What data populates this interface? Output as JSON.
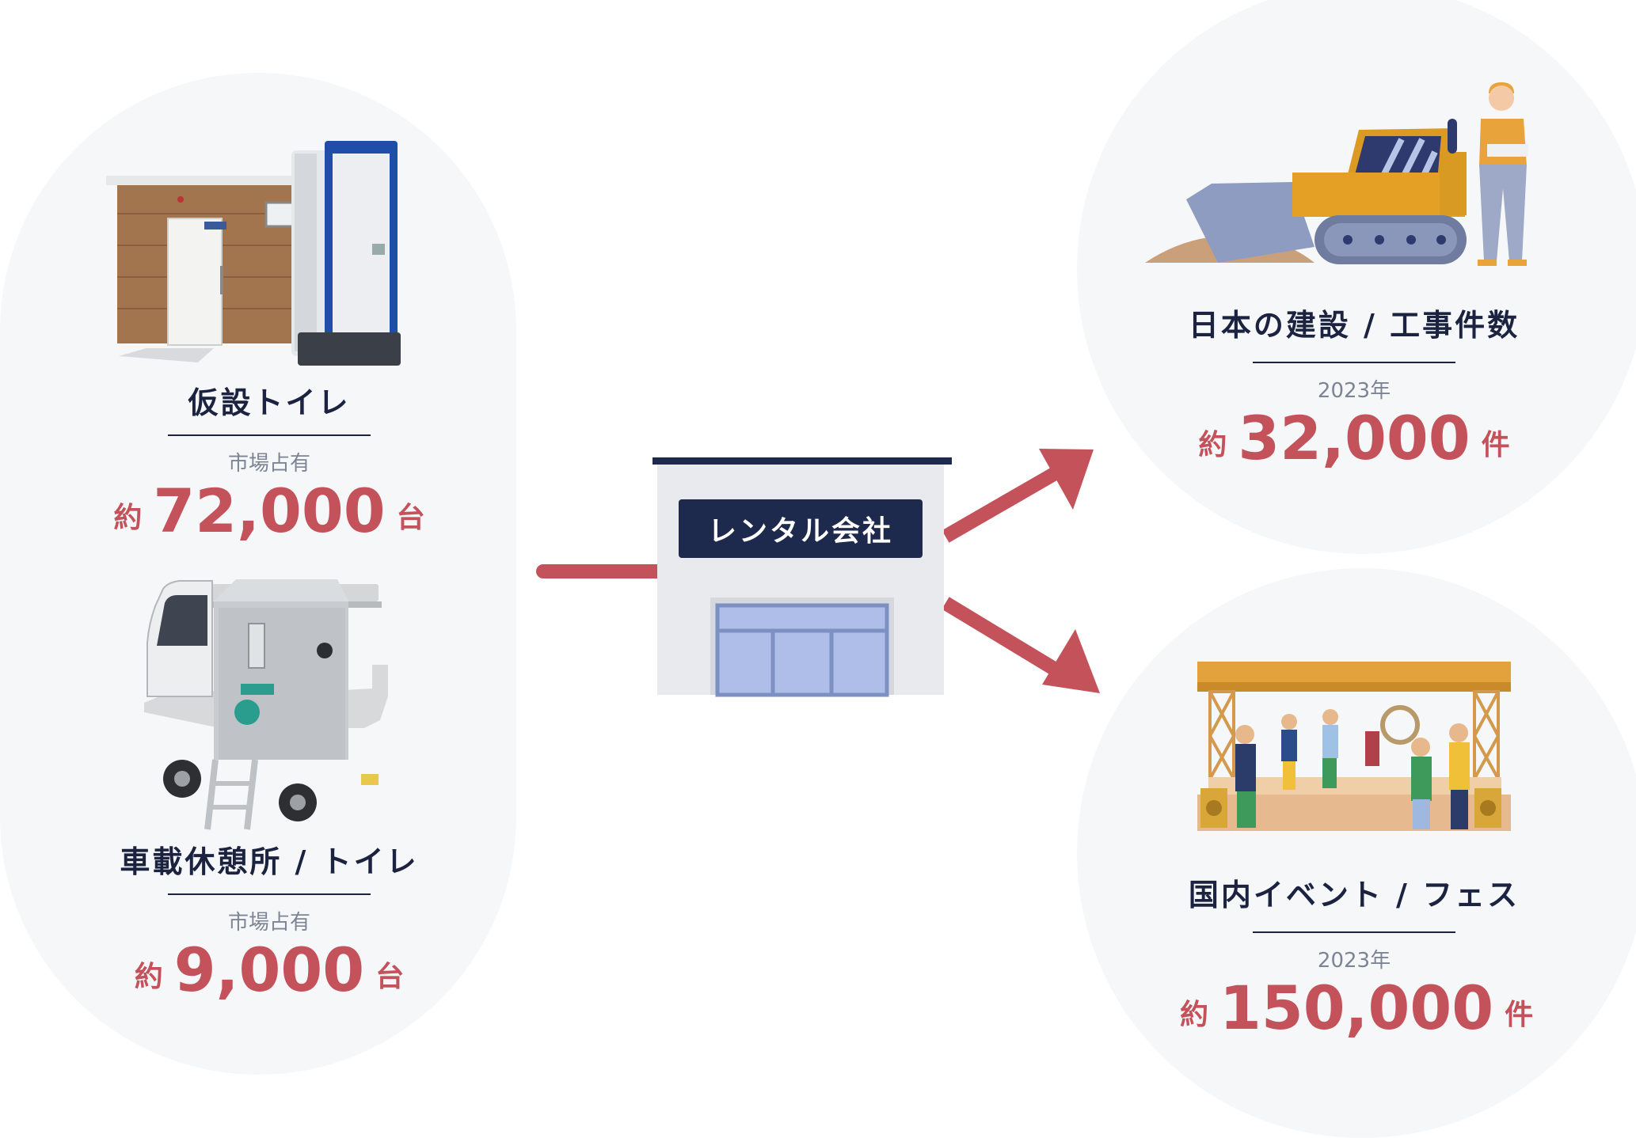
{
  "left_panel": {
    "items": [
      {
        "title": "仮設トイレ",
        "caption": "市場占有",
        "prefix": "約",
        "value": "72,000",
        "unit": "台"
      },
      {
        "title": "車載休憩所 / トイレ",
        "caption": "市場占有",
        "prefix": "約",
        "value": "9,000",
        "unit": "台"
      }
    ]
  },
  "center": {
    "company_label": "レンタル会社"
  },
  "right_panel": {
    "items": [
      {
        "title": "日本の建設 / 工事件数",
        "caption": "2023年",
        "prefix": "約",
        "value": "32,000",
        "unit": "件"
      },
      {
        "title": "国内イベント / フェス",
        "caption": "2023年",
        "prefix": "約",
        "value": "150,000",
        "unit": "件"
      }
    ]
  },
  "colors": {
    "accent_red": "#c4525b",
    "navy": "#1b2340",
    "panel_bg": "#f6f7f9"
  },
  "illustration_images": {
    "photo_1": "portable-toilet-units",
    "photo_2": "kei-truck-rest-station",
    "illustration_1": "bulldozer-and-worker",
    "illustration_2": "concert-stage-band"
  }
}
